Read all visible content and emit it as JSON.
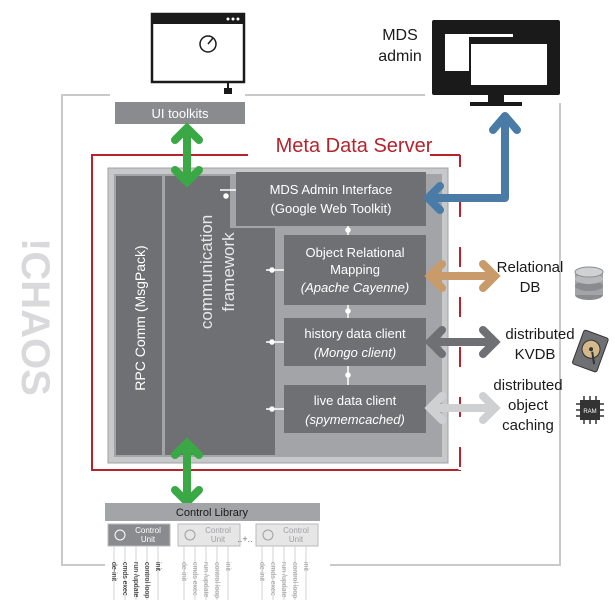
{
  "title": "Meta Data Server",
  "logo_text": "!CHAOS",
  "ui_toolkits": "UI toolkits",
  "mds_admin": [
    "MDS",
    "admin"
  ],
  "rpc_comm": "RPC Comm (MsgPack)",
  "comm_framework": [
    "communication",
    "framework"
  ],
  "admin_interface": [
    "MDS Admin Interface",
    "(Google Web Toolkit)"
  ],
  "orm": [
    "Object Relational",
    "Mapping",
    "(Apache Cayenne)"
  ],
  "history_client": [
    "history data client",
    "(Mongo client)"
  ],
  "live_client": [
    "live data client",
    "(spymemcached)"
  ],
  "relational_db": [
    "Relational",
    "DB"
  ],
  "kvdb": [
    "distributed",
    "KVDB"
  ],
  "object_caching": [
    "distributed",
    "object",
    "caching"
  ],
  "ram_chip": "RAM",
  "control_library": "Control Library",
  "control_unit": [
    "Control",
    "Unit"
  ],
  "ellipsis": "..+..",
  "cu_commands": [
    "de-init",
    "cmds exec",
    "run /update",
    "control loop",
    "init"
  ],
  "colors": {
    "red": "#b5232b",
    "blue": "#4a7ba7",
    "green": "#3aa845",
    "tan": "#c99a6a",
    "dark_gray": "#6f7073",
    "light_gray": "#cfd0d2",
    "panel": "#8a8b8e"
  }
}
